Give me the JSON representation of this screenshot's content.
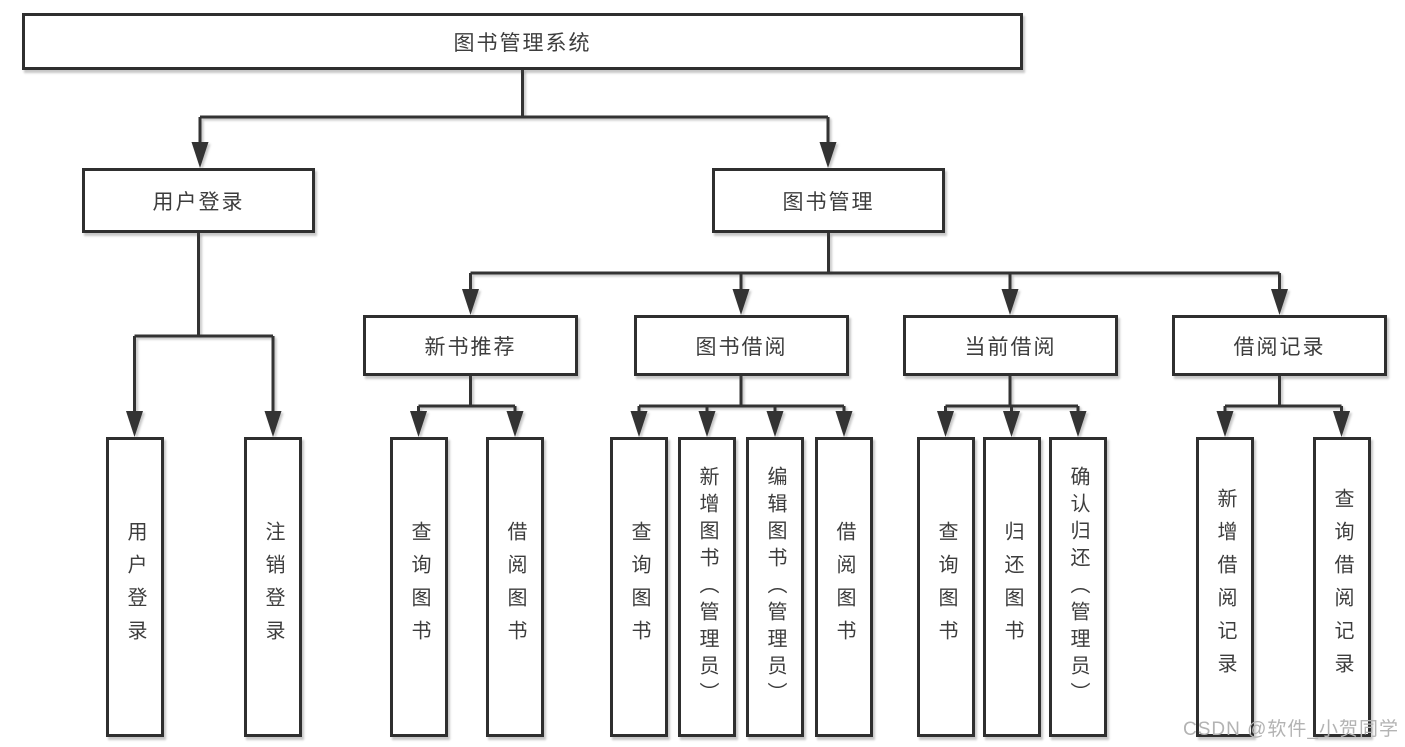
{
  "diagram": {
    "root": {
      "label": "图书管理系统"
    },
    "level2": [
      {
        "label": "用户登录"
      },
      {
        "label": "图书管理"
      }
    ],
    "level3": [
      {
        "label": "新书推荐"
      },
      {
        "label": "图书借阅"
      },
      {
        "label": "当前借阅"
      },
      {
        "label": "借阅记录"
      }
    ],
    "level4": {
      "user_login": [
        {
          "label": "用户登录"
        },
        {
          "label": "注销登录"
        }
      ],
      "new_book": [
        {
          "label": "查询图书"
        },
        {
          "label": "借阅图书"
        }
      ],
      "book_borrow": [
        {
          "label": "查询图书"
        },
        {
          "label": "新增图书（管理员）"
        },
        {
          "label": "编辑图书（管理员）"
        },
        {
          "label": "借阅图书"
        }
      ],
      "current_borrow": [
        {
          "label": "查询图书"
        },
        {
          "label": "归还图书"
        },
        {
          "label": "确认归还（管理员）"
        }
      ],
      "borrow_records": [
        {
          "label": "新增借阅记录"
        },
        {
          "label": "查询借阅记录"
        }
      ]
    }
  },
  "watermark": {
    "text": "CSDN @软件_小贺同学"
  },
  "colors": {
    "box_border": "#2f2f2f",
    "line": "#333333",
    "text": "#3d3d3d",
    "watermark": "#b3b3b3",
    "background": "#ffffff"
  }
}
